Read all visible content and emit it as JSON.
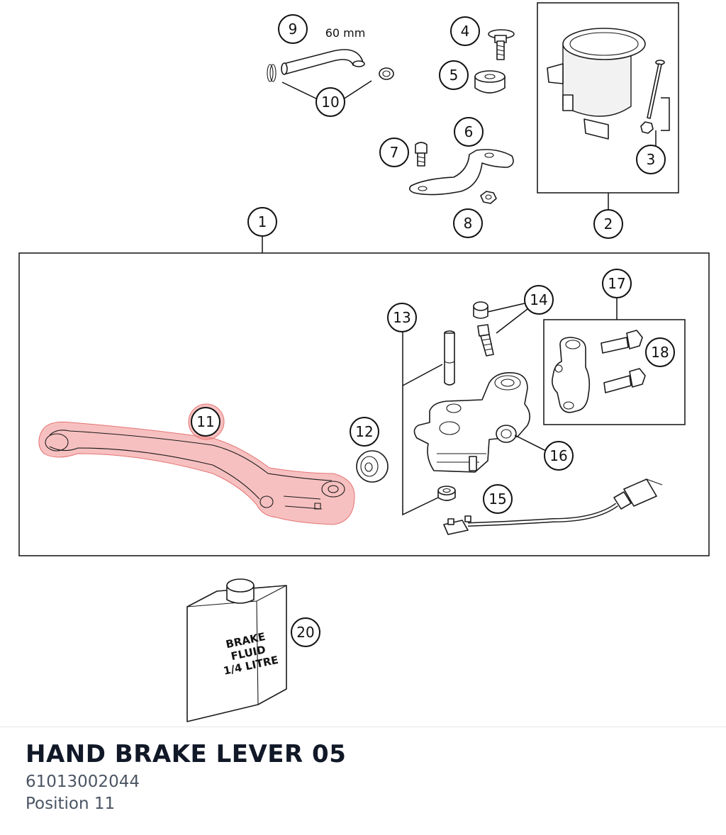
{
  "diagram": {
    "callouts": [
      "1",
      "2",
      "3",
      "4",
      "5",
      "6",
      "7",
      "8",
      "9",
      "10",
      "11",
      "12",
      "13",
      "14",
      "15",
      "16",
      "17",
      "18",
      "20"
    ],
    "hose_length_label": "60 mm",
    "bottle_label": [
      "BRAKE",
      "FLUID",
      "1/4 LITRE"
    ],
    "highlight_color": "#f08c8c",
    "highlighted_callout": "11"
  },
  "info": {
    "title": "HAND BRAKE LEVER 05",
    "part_number": "61013002044",
    "position": "Position 11"
  }
}
